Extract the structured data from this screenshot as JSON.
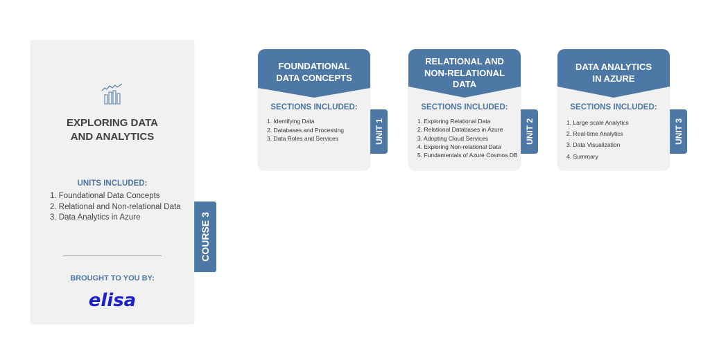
{
  "course": {
    "title_line1": "EXPLORING DATA",
    "title_line2": "AND ANALYTICS",
    "icon": "chart-analytics-icon",
    "units_heading": "UNITS INCLUDED:",
    "units": [
      "1. Foundational Data Concepts",
      "2. Relational and Non-relational Data",
      "3. Data Analytics in Azure"
    ],
    "brought_by": "BROUGHT TO YOU BY:",
    "logo_text": "elisa",
    "tab_label": "COURSE 3"
  },
  "colors": {
    "accent": "#4d77a4",
    "card_bg": "#f1f1f1",
    "logo": "#1a22c8"
  },
  "units": [
    {
      "title": [
        "FOUNDATIONAL",
        "DATA CONCEPTS"
      ],
      "sections_heading": "SECTIONS INCLUDED:",
      "sections": [
        "1.  Identifying Data",
        "2. Databases and Processing",
        "3. Data Roles and Services"
      ],
      "tab_label": "UNIT 1"
    },
    {
      "title": [
        "RELATIONAL AND",
        "NON-RELATIONAL",
        "DATA"
      ],
      "sections_heading": "SECTIONS INCLUDED:",
      "sections": [
        "1.  Exploring Relational Data",
        "2. Relational Databases in Azure",
        "3. Adopting Cloud Services",
        "4. Exploring Non-relational Data",
        "5. Fundamentals of Azure Cosmos DB"
      ],
      "tab_label": "UNIT 2"
    },
    {
      "title": [
        "DATA ANALYTICS",
        "IN AZURE"
      ],
      "sections_heading": "SECTIONS INCLUDED:",
      "sections": [
        "1.  Large-scale Analytics",
        "2. Real-time Analytics",
        "3. Data Visualization",
        "4. Summary"
      ],
      "tab_label": "UNIT 3"
    }
  ]
}
